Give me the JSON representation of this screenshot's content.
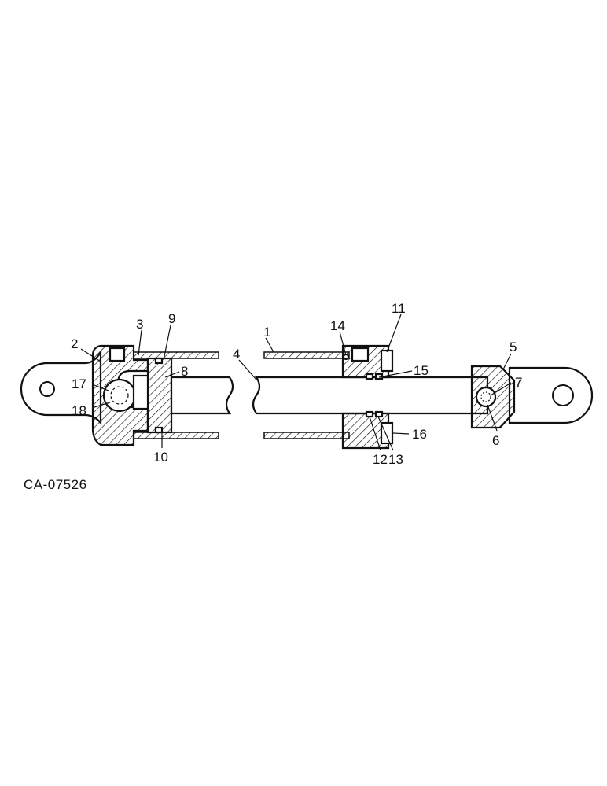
{
  "figure": {
    "code": "CA-07526",
    "labels": {
      "p1": "1",
      "p2": "2",
      "p3": "3",
      "p4": "4",
      "p5": "5",
      "p6": "6",
      "p7": "7",
      "p8": "8",
      "p9": "9",
      "p10": "10",
      "p11": "11",
      "p12": "12",
      "p13": "13",
      "p14": "14",
      "p15": "15",
      "p16": "16",
      "p17": "17",
      "p18": "18"
    }
  }
}
